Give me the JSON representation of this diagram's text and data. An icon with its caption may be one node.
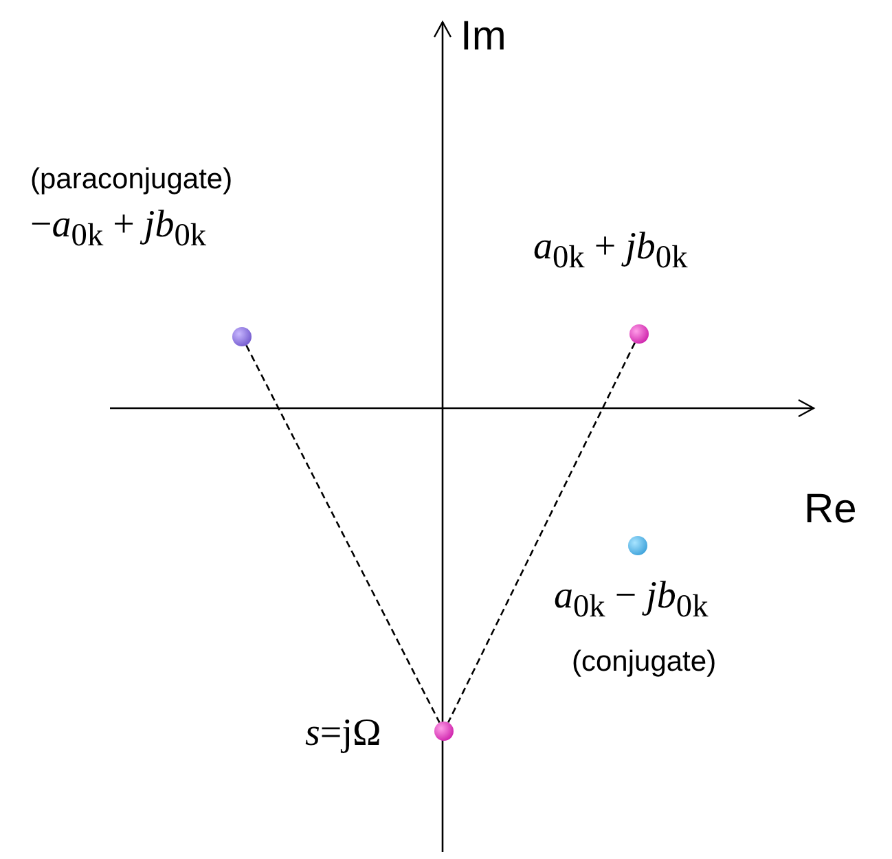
{
  "diagram": {
    "nodes": [
      {
        "text": [],
        "shape": "circle",
        "beside": [
          "(paraconjugate)",
          "−*a*$_{0k}$ + *jb*$_{0k}$"
        ]
      },
      {
        "text": [],
        "shape": "circle",
        "beside": [
          "*a*$_{0k}$ + *jb*$_{0k}$"
        ]
      },
      {
        "text": [],
        "shape": "circle",
        "beside": [
          "*a*$_{0k}$ − *jb*$_{0k}$",
          "(conjugate)"
        ]
      },
      {
        "text": [],
        "shape": "circle",
        "beside": [
          "*s*=jΩ"
        ]
      }
    ],
    "edges": [
      {
        "from": 0,
        "to": 3,
        "arrow": "none",
        "style": "dashed"
      },
      {
        "from": 1,
        "to": 3,
        "arrow": "none",
        "style": "dashed"
      }
    ],
    "labels": [
      "Im",
      "Re"
    ]
  }
}
